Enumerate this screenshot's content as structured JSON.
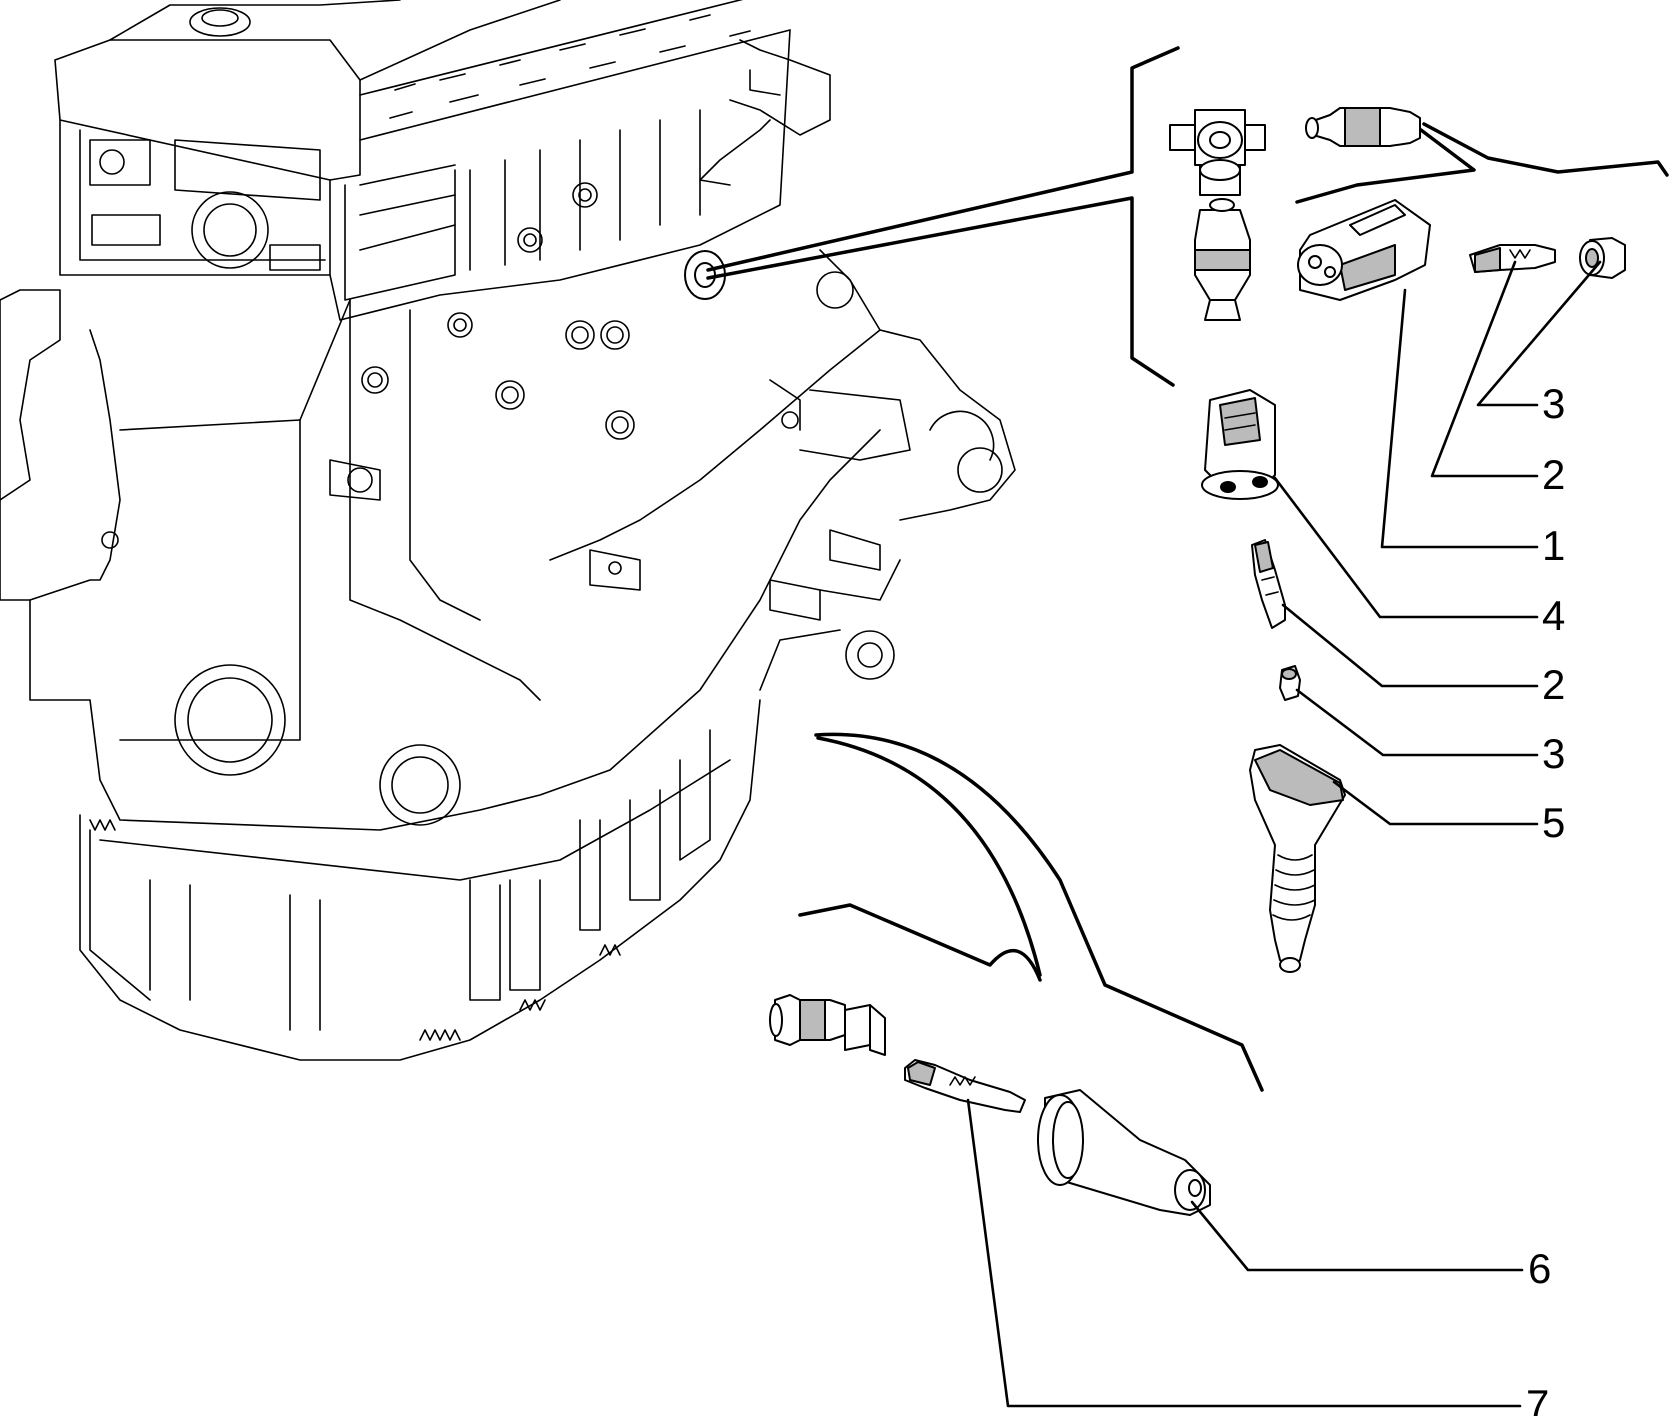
{
  "diagram": {
    "callouts": [
      {
        "id": "c1",
        "label": "1"
      },
      {
        "id": "c2a",
        "label": "2"
      },
      {
        "id": "c2b",
        "label": "2"
      },
      {
        "id": "c3a",
        "label": "3"
      },
      {
        "id": "c3b",
        "label": "3"
      },
      {
        "id": "c4",
        "label": "4"
      },
      {
        "id": "c5",
        "label": "5"
      },
      {
        "id": "c6",
        "label": "6"
      },
      {
        "id": "c7",
        "label": "7"
      }
    ]
  }
}
